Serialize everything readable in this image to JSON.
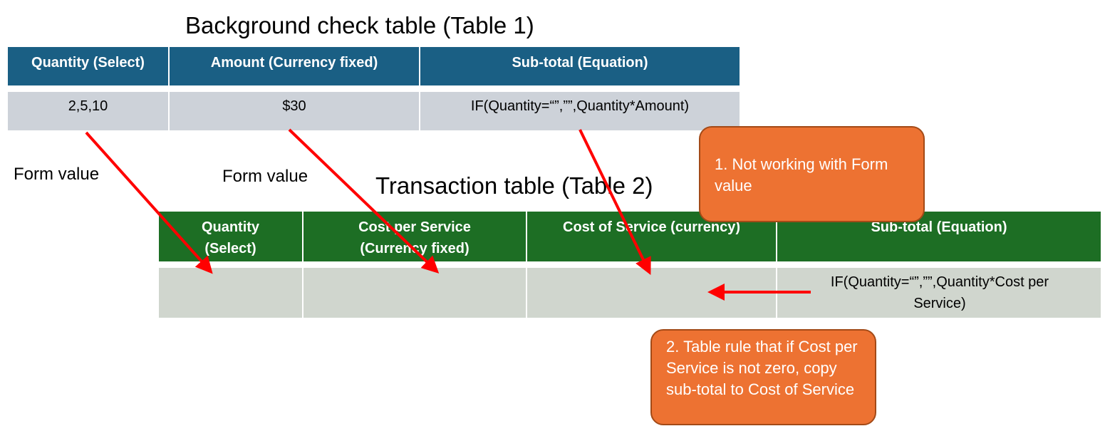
{
  "table1": {
    "title": "Background check table (Table 1)",
    "headers": [
      "Quantity (Select)",
      "Amount (Currency fixed)",
      "Sub-total (Equation)"
    ],
    "row": [
      "2,5,10",
      "$30",
      "IF(Quantity=“”,””,Quantity*Amount)"
    ]
  },
  "table2": {
    "title": "Transaction table (Table 2)",
    "headers": [
      "Quantity\n(Select)",
      "Cost per Service\n(Currency fixed)",
      "Cost of Service (currency)",
      "Sub-total (Equation)"
    ],
    "row": [
      "",
      "",
      "",
      "IF(Quantity=“”,””,Quantity*Cost per Service)"
    ]
  },
  "labels": {
    "form_value_1": "Form value",
    "form_value_2": "Form value"
  },
  "callouts": {
    "callout_1": "1. Not working with Form value",
    "callout_2": "2. Table rule that if Cost per Service is not zero, copy sub-total to Cost of Service"
  },
  "colors": {
    "table1_header": "#1a5f84",
    "table2_header": "#1d6e24",
    "callout_fill": "#ed7232",
    "arrow": "#ff0000"
  }
}
